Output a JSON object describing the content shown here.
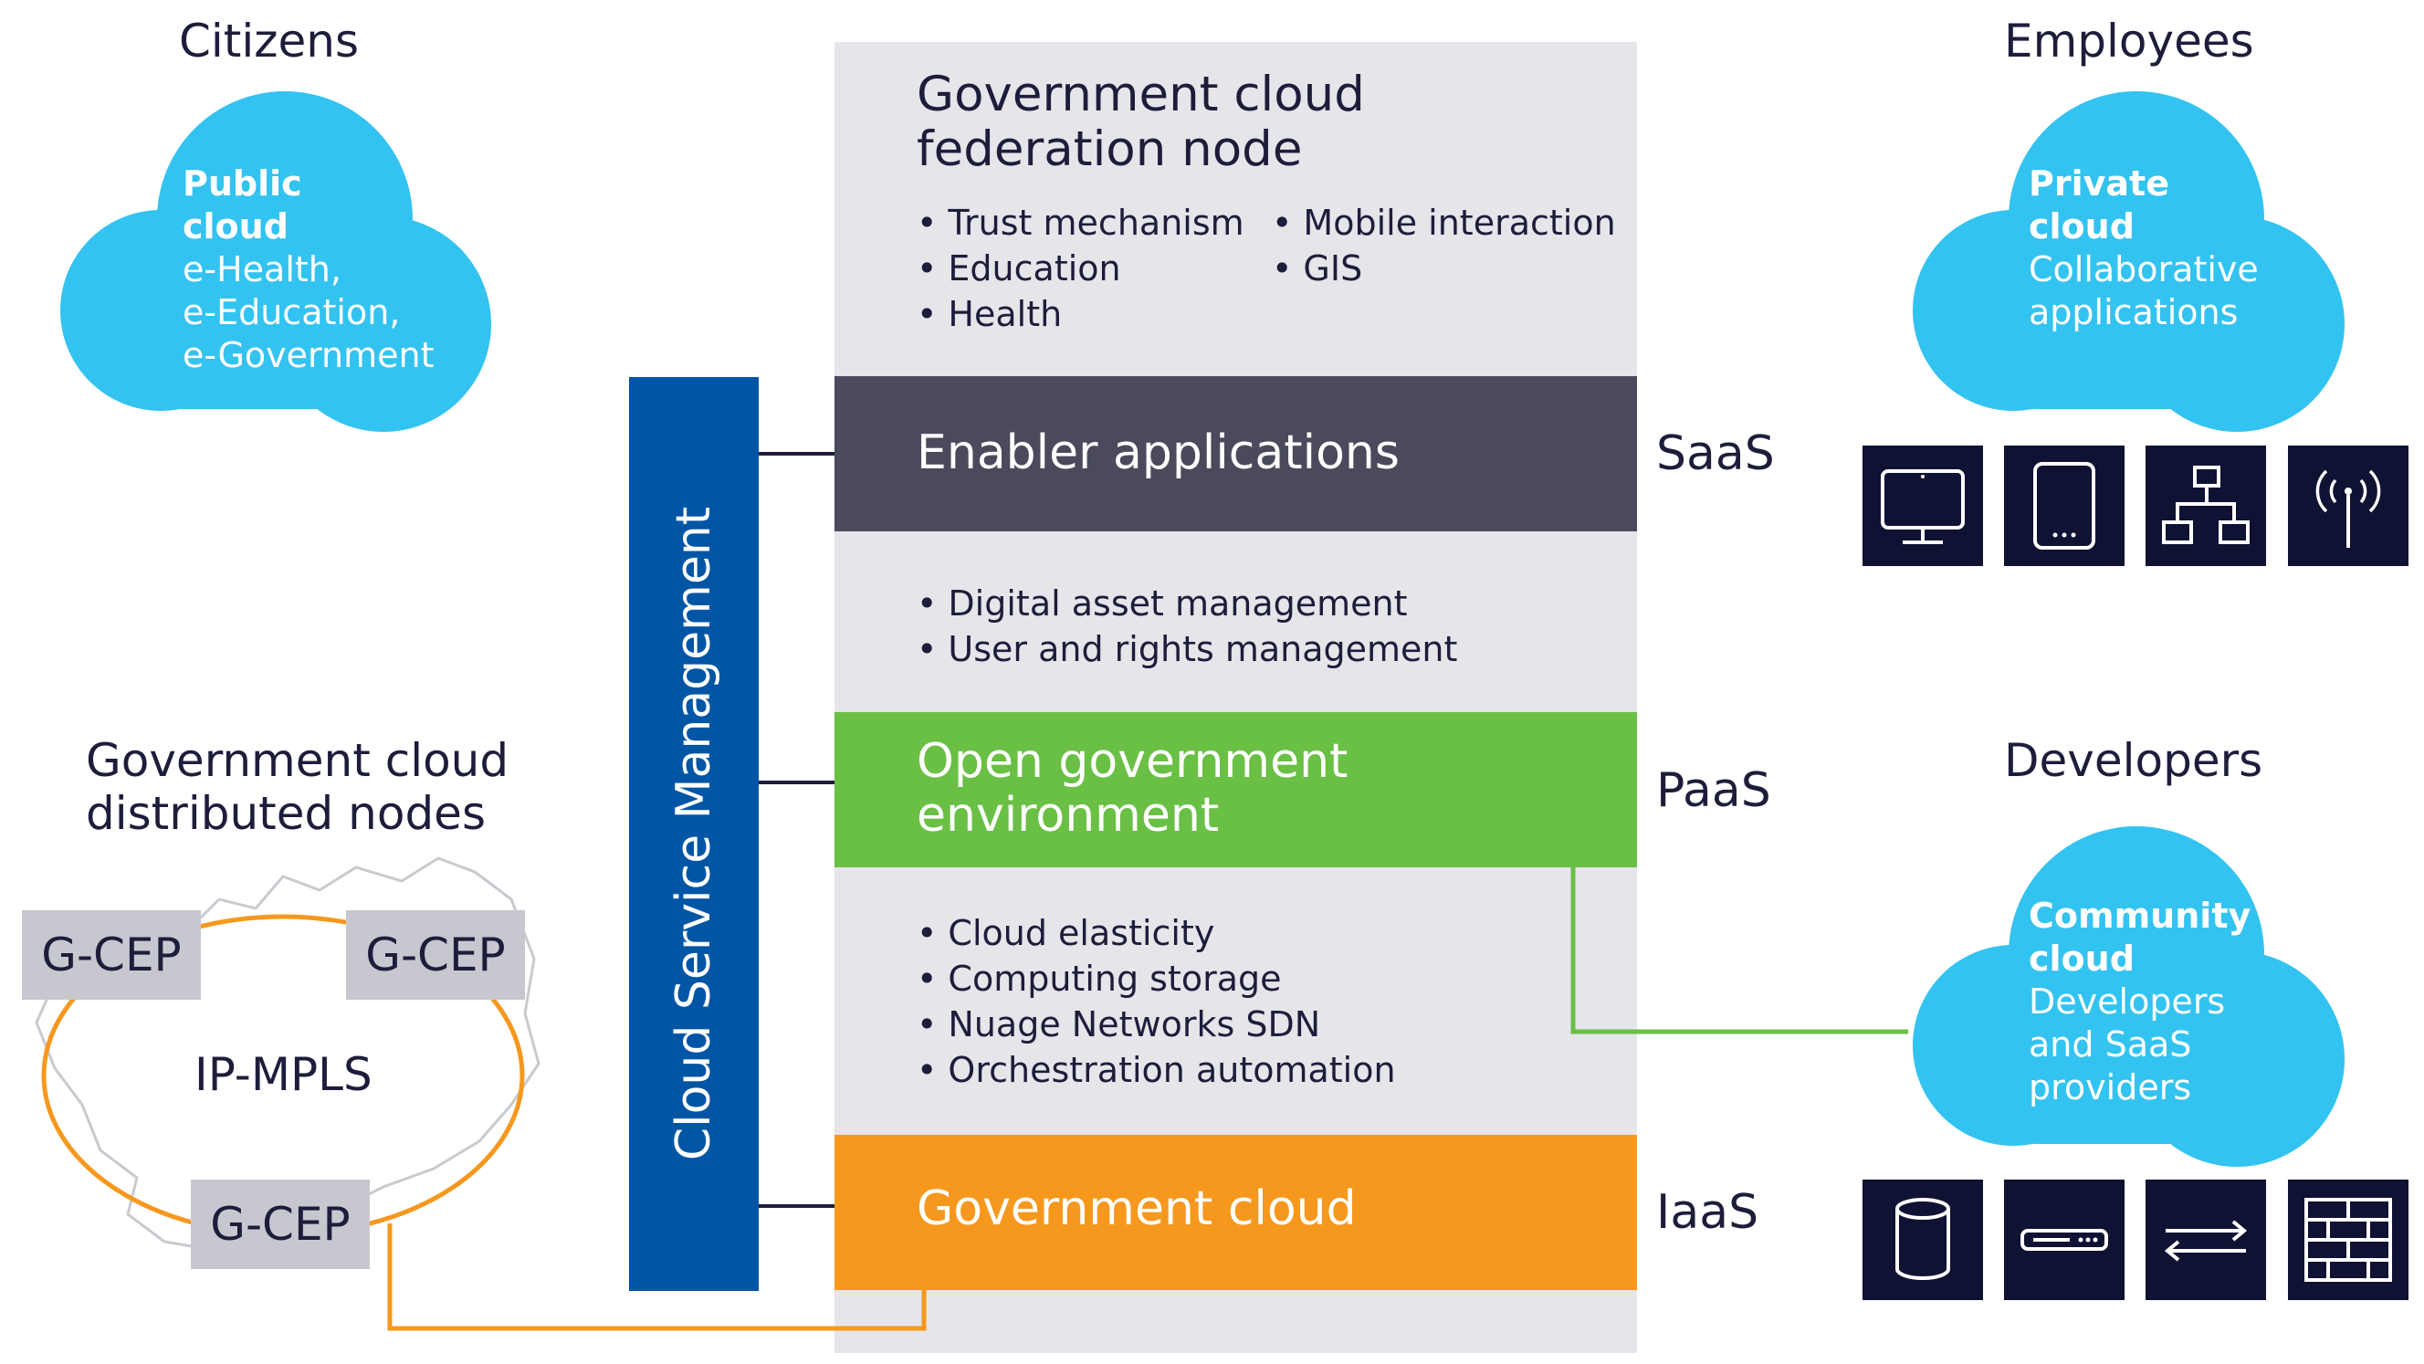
{
  "citizens": {
    "heading": "Citizens",
    "cloud_title": [
      "Public",
      "cloud"
    ],
    "cloud_lines": [
      "e-Health,",
      "e-Education,",
      "e-Government"
    ]
  },
  "employees": {
    "heading": "Employees",
    "cloud_title": [
      "Private",
      "cloud"
    ],
    "cloud_lines": [
      "Collaborative",
      "applications"
    ],
    "icons": [
      "monitor-icon",
      "tablet-icon",
      "network-hierarchy-icon",
      "antenna-icon"
    ]
  },
  "developers": {
    "heading": "Developers",
    "cloud_title": [
      "Community",
      "cloud"
    ],
    "cloud_lines": [
      "Developers",
      "and SaaS",
      "providers"
    ],
    "icons": [
      "database-icon",
      "server-icon",
      "transfer-arrows-icon",
      "firewall-icon"
    ]
  },
  "federation": {
    "title": [
      "Government cloud",
      "federation node"
    ],
    "bullets_left": [
      "Trust mechanism",
      "Education",
      "Health"
    ],
    "bullets_right": [
      "Mobile interaction",
      "GIS"
    ]
  },
  "layers": {
    "saas": {
      "band": "Enabler applications",
      "label": "SaaS"
    },
    "mid_bullets": [
      "Digital asset management",
      "User and rights management"
    ],
    "paas": {
      "band": [
        "Open government",
        "environment"
      ],
      "label": "PaaS"
    },
    "low_bullets": [
      "Cloud elasticity",
      "Computing storage",
      "Nuage Networks SDN",
      "Orchestration automation"
    ],
    "iaas": {
      "band": "Government cloud",
      "label": "IaaS"
    }
  },
  "management_bar": "Cloud Service Management",
  "distributed": {
    "title": [
      "Government cloud",
      "distributed nodes"
    ],
    "ring": "IP-MPLS",
    "nodes": [
      "G-CEP",
      "G-CEP",
      "G-CEP"
    ]
  },
  "colors": {
    "cloud": "#33c3f0",
    "panel": "#e5e5ea",
    "saas_band": "#4a4a5c",
    "paas_band": "#6abf45",
    "iaas_band": "#f6981e",
    "management": "#0055a5",
    "tile": "#0f1233",
    "node": "#c7c7cf"
  }
}
